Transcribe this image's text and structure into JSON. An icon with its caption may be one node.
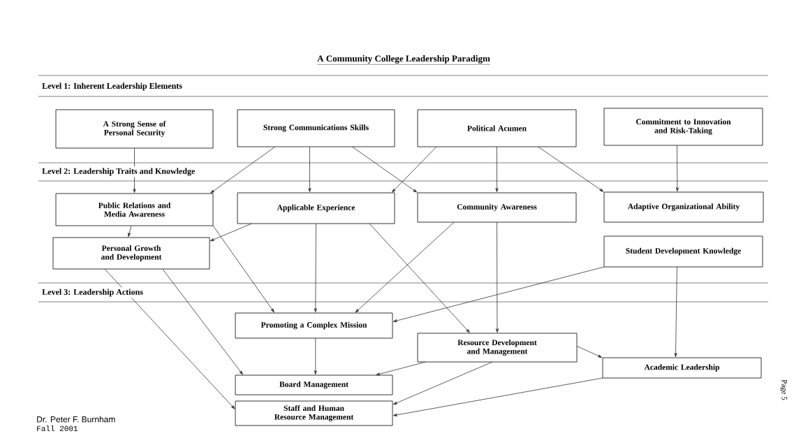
{
  "diagram": {
    "title": "A Community College Leadership Paradigm",
    "nodes": [
      {
        "text": [
          "A Strong Sense of Personal Security"
        ]
      },
      {
        "text": [
          "Strong Communications Skills"
        ]
      },
      {
        "text": [
          "Political Acumen"
        ]
      },
      {
        "text": [
          "Commitment to Innovation and Risk-Taking"
        ]
      },
      {
        "text": [
          "Public Relations and Media Awareness"
        ]
      },
      {
        "text": [
          "Applicable Experience"
        ]
      },
      {
        "text": [
          "Community Awareness"
        ]
      },
      {
        "text": [
          "Adaptive Organizational Ability"
        ]
      },
      {
        "text": [
          "Personal Growth and Development"
        ]
      },
      {
        "text": [
          "Student Development Knowledge"
        ]
      },
      {
        "text": [
          "Promoting a Complex Mission"
        ]
      },
      {
        "text": [
          "Resource Development and Management"
        ]
      },
      {
        "text": [
          "Academic Leadership"
        ]
      },
      {
        "text": [
          "Board Management"
        ]
      },
      {
        "text": [
          "Staff and Human Resource Management"
        ]
      }
    ],
    "edges": [
      {
        "from": 0,
        "to": 4,
        "arrow": "to"
      },
      {
        "from": 1,
        "to": 4,
        "arrow": "to"
      },
      {
        "from": 1,
        "to": 5,
        "arrow": "to"
      },
      {
        "from": 1,
        "to": 6,
        "arrow": "to"
      },
      {
        "from": 2,
        "to": 5,
        "arrow": "to"
      },
      {
        "from": 2,
        "to": 6,
        "arrow": "to"
      },
      {
        "from": 2,
        "to": 7,
        "arrow": "to"
      },
      {
        "from": 3,
        "to": 7,
        "arrow": "to"
      },
      {
        "from": 4,
        "to": 8,
        "arrow": "to"
      },
      {
        "from": 5,
        "to": 8,
        "arrow": "to"
      },
      {
        "from": 4,
        "to": 10,
        "arrow": "to"
      },
      {
        "from": 5,
        "to": 10,
        "arrow": "to"
      },
      {
        "from": 6,
        "to": 10,
        "arrow": "to"
      },
      {
        "from": 9,
        "to": 10,
        "arrow": "to"
      },
      {
        "from": 5,
        "to": 11,
        "arrow": "to"
      },
      {
        "from": 6,
        "to": 11,
        "arrow": "to"
      },
      {
        "from": 9,
        "to": 12,
        "arrow": "to"
      },
      {
        "from": 8,
        "to": 14,
        "arrow": "to"
      },
      {
        "from": 8,
        "to": 13,
        "arrow": "to"
      },
      {
        "from": 10,
        "to": 13,
        "arrow": "to"
      },
      {
        "from": 11,
        "to": 12,
        "arrow": "to"
      },
      {
        "from": 11,
        "to": 13,
        "arrow": "to"
      },
      {
        "from": 11,
        "to": 14,
        "arrow": "to"
      },
      {
        "from": 12,
        "to": 14,
        "arrow": "to"
      }
    ],
    "labels": [
      "Level 1: Inherent Leadership Elements",
      "Level 2: Leadership Traits and Knowledge",
      "Level 3: Leadership Actions",
      "Dr. Peter F. Burnham",
      "Fall 2001",
      "Page 5"
    ]
  }
}
